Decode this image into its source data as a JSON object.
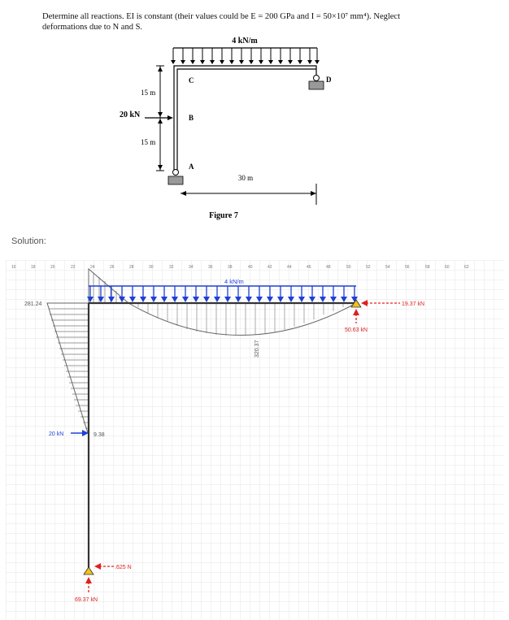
{
  "problem": {
    "text_line1": "Determine all reactions. EI is constant (their values could be E = 200 GPa and I = 50×10⁷ mm⁴). Neglect",
    "text_line2": "deformations due to N and S."
  },
  "figure7": {
    "load_label": "4 kN/m",
    "dim_upper": "15 m",
    "dim_lower": "15 m",
    "force_label": "20 kN",
    "span_label": "30 m",
    "point_a": "A",
    "point_b": "B",
    "point_c": "C",
    "point_d": "D",
    "caption": "Figure 7"
  },
  "solution": {
    "label": "Solution:",
    "ruler_ticks": [
      "16",
      "18",
      "20",
      "22",
      "24",
      "26",
      "28",
      "30",
      "32",
      "34",
      "36",
      "38",
      "40",
      "42",
      "44",
      "46",
      "48",
      "50",
      "52",
      "54",
      "56",
      "58",
      "60",
      "62"
    ],
    "load_label": "4 kN/m",
    "moment_corner": "281.24",
    "moment_midspan": "320.37",
    "moment_b": "9.38",
    "force_label": "20 kN",
    "reaction_d_horizontal": "19.37 kN",
    "reaction_d_vertical": "50.63 kN",
    "reaction_a_horizontal": ".625 N",
    "reaction_a_vertical": "69.37 kN"
  },
  "colors": {
    "load": "#1f3fd6",
    "reaction": "#e02020",
    "grid": "#e6e6e6",
    "diagram_fill": "#888888",
    "support": "#f2c21a"
  }
}
